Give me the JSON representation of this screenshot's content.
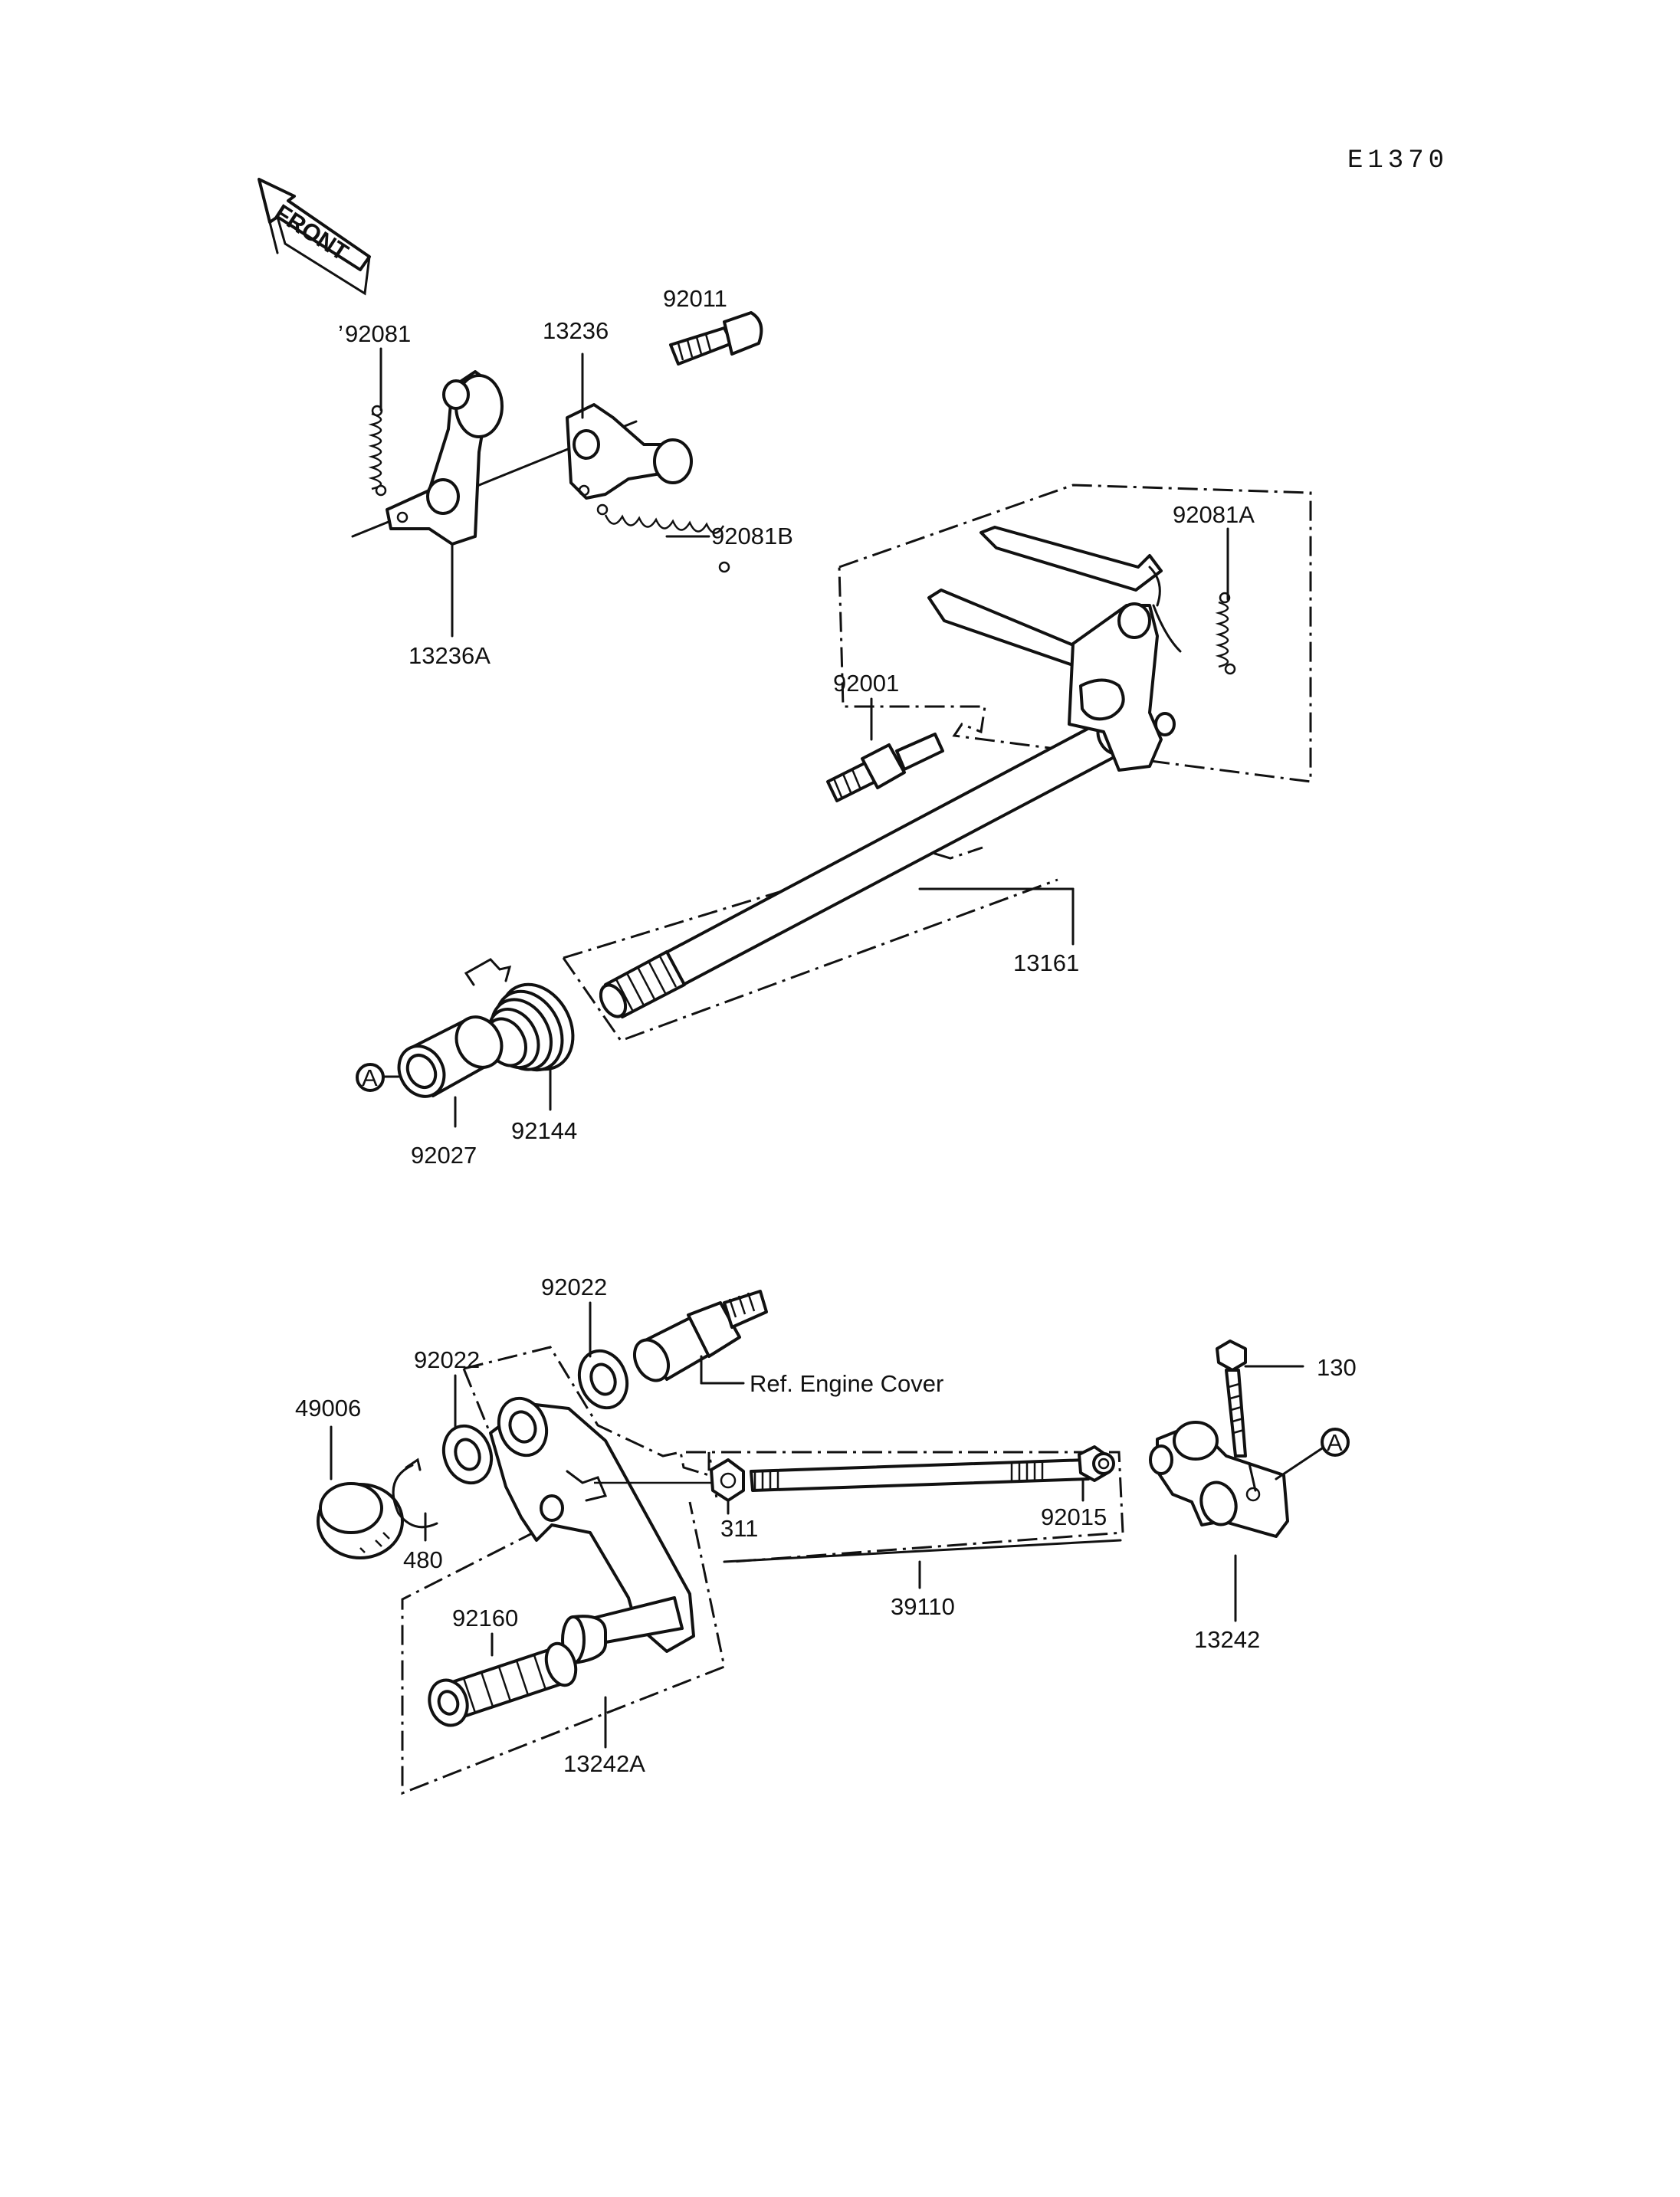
{
  "diagram_code": "E1370",
  "front_label": "FRONT",
  "ref_marker": "A",
  "reference_note": "Ref.  Engine Cover",
  "parts": {
    "p92081": "92081",
    "p92081_mark": "’",
    "p13236": "13236",
    "p92011": "92011",
    "p92081B": "92081B",
    "p13236A": "13236A",
    "p92081A": "92081A",
    "p92001": "92001",
    "p13161": "13161",
    "p92144": "92144",
    "p92027": "92027",
    "p92022_top": "92022",
    "p92022_left": "92022",
    "p130": "130",
    "p49006": "49006",
    "p480": "480",
    "p311": "311",
    "p92015": "92015",
    "p39110": "39110",
    "p13242": "13242",
    "p92160": "92160",
    "p13242A": "13242A"
  }
}
